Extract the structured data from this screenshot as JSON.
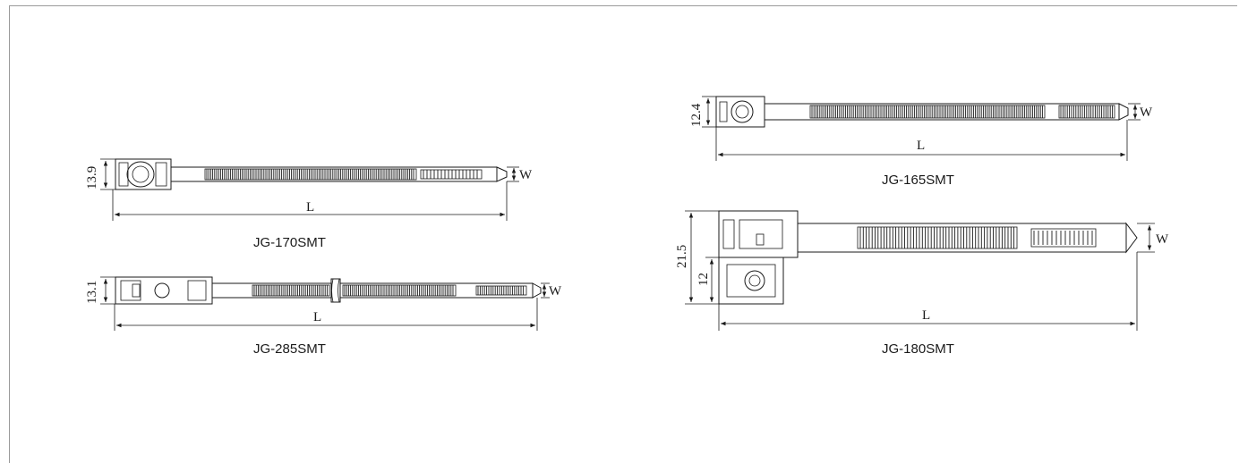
{
  "models": [
    {
      "caption": "JG-170SMT",
      "head_dim": "13.9",
      "width_label": "W",
      "length_label": "L"
    },
    {
      "caption": "JG-285SMT",
      "head_dim": "13.1",
      "width_label": "W",
      "length_label": "L"
    },
    {
      "caption": "JG-165SMT",
      "head_dim": "12.4",
      "width_label": "W",
      "length_label": "L"
    },
    {
      "caption": "JG-180SMT",
      "head_dim": "21.5",
      "base_dim": "12",
      "width_label": "W",
      "length_label": "L"
    }
  ]
}
